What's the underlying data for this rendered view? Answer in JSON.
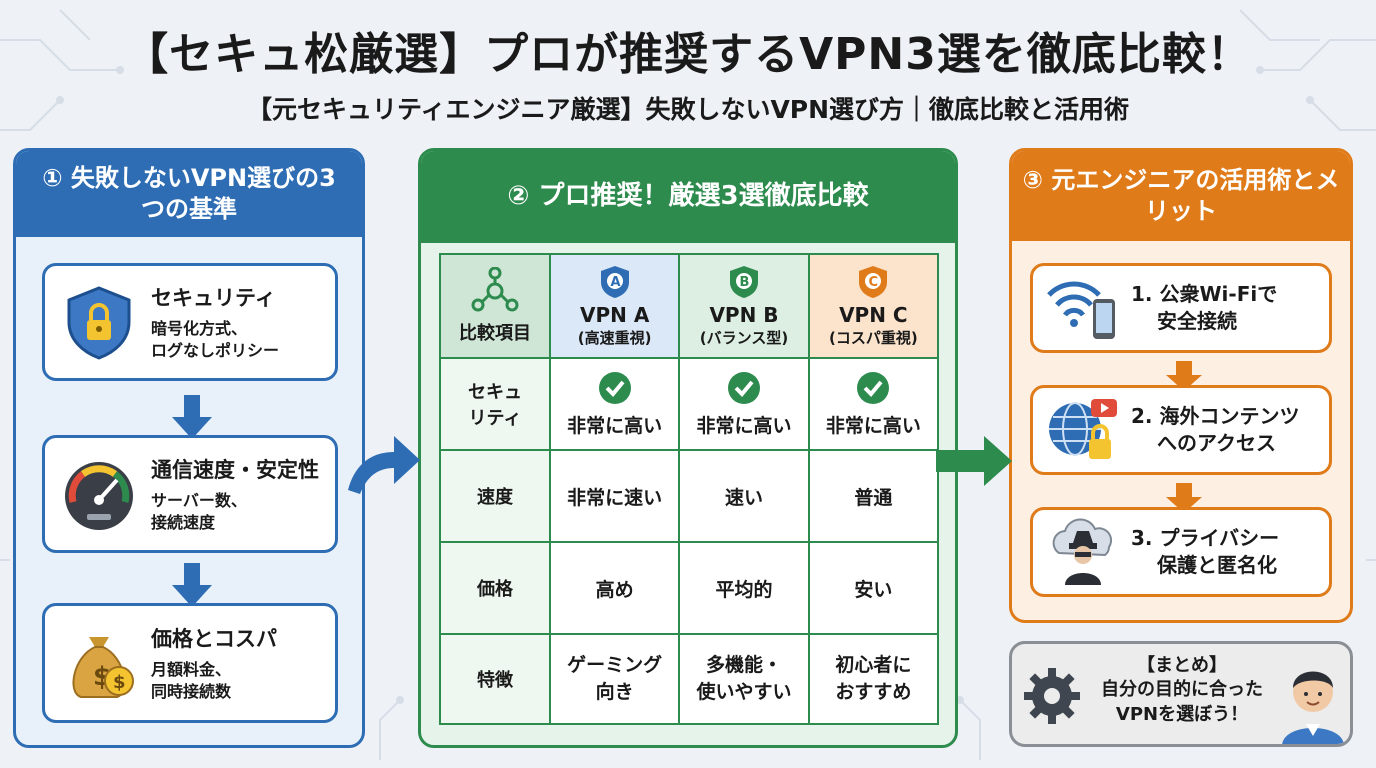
{
  "title": "【セキュ松厳選】プロが推奨するVPN3選を徹底比較！",
  "subtitle": "【元セキュリティエンジニア厳選】失敗しないVPN選び方｜徹底比較と活用術",
  "panel1": {
    "heading": "① 失敗しないVPN選びの3つの基準",
    "cards": [
      {
        "title": "セキュリティ",
        "desc1": "暗号化方式、",
        "desc2": "ログなしポリシー",
        "icon": "shield-lock-icon"
      },
      {
        "title": "通信速度・安定性",
        "desc1": "サーバー数、",
        "desc2": "接続速度",
        "icon": "speedometer-icon"
      },
      {
        "title": "価格とコスパ",
        "desc1": "月額料金、",
        "desc2": "同時接続数",
        "icon": "money-bag-icon"
      }
    ]
  },
  "panel2": {
    "heading": "② プロ推奨！厳選3選徹底比較",
    "corner_label": "比較項目",
    "vpns": [
      {
        "name": "VPN A",
        "sub": "(高速重視)",
        "letter": "A",
        "color": "#2e6db4",
        "bg": "#dbe8f7"
      },
      {
        "name": "VPN B",
        "sub": "(バランス型)",
        "letter": "B",
        "color": "#2e8b4e",
        "bg": "#dcefe2"
      },
      {
        "name": "VPN C",
        "sub": "(コスパ重視)",
        "letter": "C",
        "color": "#e07b1a",
        "bg": "#fbe3cc"
      }
    ],
    "rows": [
      {
        "label1": "セキュ",
        "label2": "リティ",
        "values": [
          "非常に高い",
          "非常に高い",
          "非常に高い"
        ],
        "check": true
      },
      {
        "label1": "速度",
        "label2": "",
        "values": [
          "非常に速い",
          "速い",
          "普通"
        ],
        "check": false
      },
      {
        "label1": "価格",
        "label2": "",
        "values": [
          "高め",
          "平均的",
          "安い"
        ],
        "check": false
      },
      {
        "label1": "特徴",
        "label2": "",
        "values": [
          "ゲーミング\n向き",
          "多機能・\n使いやすい",
          "初心者に\nおすすめ"
        ],
        "check": false
      }
    ]
  },
  "panel3": {
    "heading": "③ 元エンジニアの活用術とメリット",
    "items": [
      {
        "line1": "1. 公衆Wi-Fiで",
        "line2": "安全接続",
        "icon": "wifi-phone-icon"
      },
      {
        "line1": "2. 海外コンテンツ",
        "line2": "へのアクセス",
        "icon": "globe-lock-icon"
      },
      {
        "line1": "3. プライバシー",
        "line2": "保護と匿名化",
        "icon": "anonymous-cloud-icon"
      }
    ]
  },
  "summary": {
    "line1": "【まとめ】",
    "line2": "自分の目的に合った",
    "line3": "VPNを選ぼう！"
  },
  "colors": {
    "blue": "#2e6db4",
    "green": "#2e8b4e",
    "orange": "#e07b1a",
    "check": "#2e8b4e"
  }
}
